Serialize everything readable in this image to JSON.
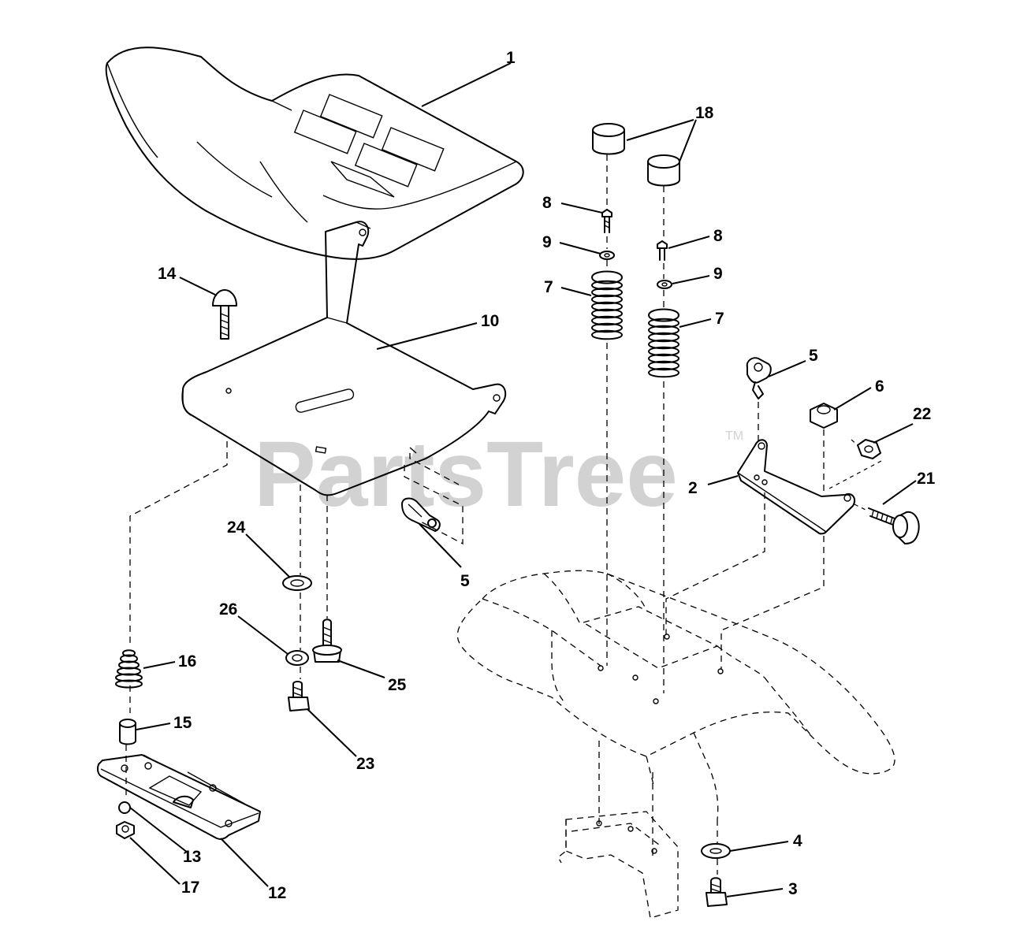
{
  "watermark": {
    "text": "PartsTree",
    "trademark": "TM"
  },
  "labels": {
    "seat": "1",
    "bracket_2": "2",
    "bolt_3": "3",
    "washer_4": "4",
    "clip_5_left": "5",
    "clip_5_right": "5",
    "nut_6": "6",
    "spring_7_left": "7",
    "spring_7_right": "7",
    "screw_8_left": "8",
    "screw_8_right": "8",
    "washer_9_left": "9",
    "washer_9_right": "9",
    "seat_pan": "10",
    "adjust_plate": "12",
    "nut_13": "13",
    "carriage_bolt": "14",
    "spacer_15": "15",
    "spring_16": "16",
    "nut_17": "17",
    "bumper_18": "18",
    "knob_21": "21",
    "nut_22": "22",
    "bolt_23": "23",
    "washer_24": "24",
    "bolt_25": "25",
    "washer_26": "26"
  }
}
